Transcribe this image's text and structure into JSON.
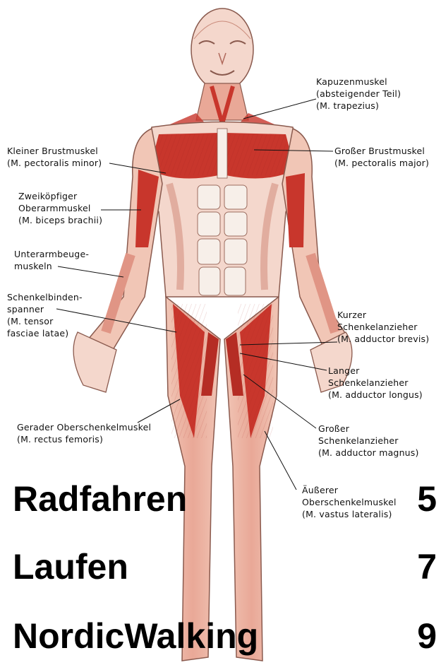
{
  "labels": {
    "trapezius": [
      "Kapuzenmuskel",
      "(absteigender Teil)",
      "(M. trapezius)"
    ],
    "pectoralis_minor": [
      "Kleiner Brustmuskel",
      "(M. pectoralis minor)"
    ],
    "pectoralis_major": [
      "Großer Brustmuskel",
      "(M. pectoralis major)"
    ],
    "biceps": [
      "Zweiköpfiger",
      "Oberarmmuskel",
      "(M. biceps brachii)"
    ],
    "forearm": [
      "Unterarmbeuge-",
      "muskeln"
    ],
    "tensor": [
      "Schenkelbinden-",
      "spanner",
      "(M. tensor",
      "fasciae latae)"
    ],
    "adductor_brevis": [
      "Kurzer",
      "Schenkelanzieher",
      "(M. adductor brevis)"
    ],
    "adductor_longus": [
      "Langer",
      "Schenkelanzieher",
      "(M. adductor longus)"
    ],
    "rectus_femoris": [
      "Gerader Oberschenkelmuskel",
      "(M. rectus femoris)"
    ],
    "adductor_magnus": [
      "Großer",
      "Schenkelanzieher",
      "(M. adductor magnus)"
    ],
    "vastus_lateralis": [
      "Äußerer",
      "Oberschenkelmuskel",
      "(M. vastus lateralis)"
    ]
  },
  "activities": [
    {
      "name": "Radfahren",
      "value": "5"
    },
    {
      "name": "Laufen",
      "value": "7"
    },
    {
      "name": "NordicWalking",
      "value": "9"
    }
  ],
  "colors": {
    "muscle_red": "#c8362c",
    "muscle_light": "#efb8a6",
    "skin_outline": "#8a5a4e",
    "tendon_white": "#f7efe9"
  }
}
